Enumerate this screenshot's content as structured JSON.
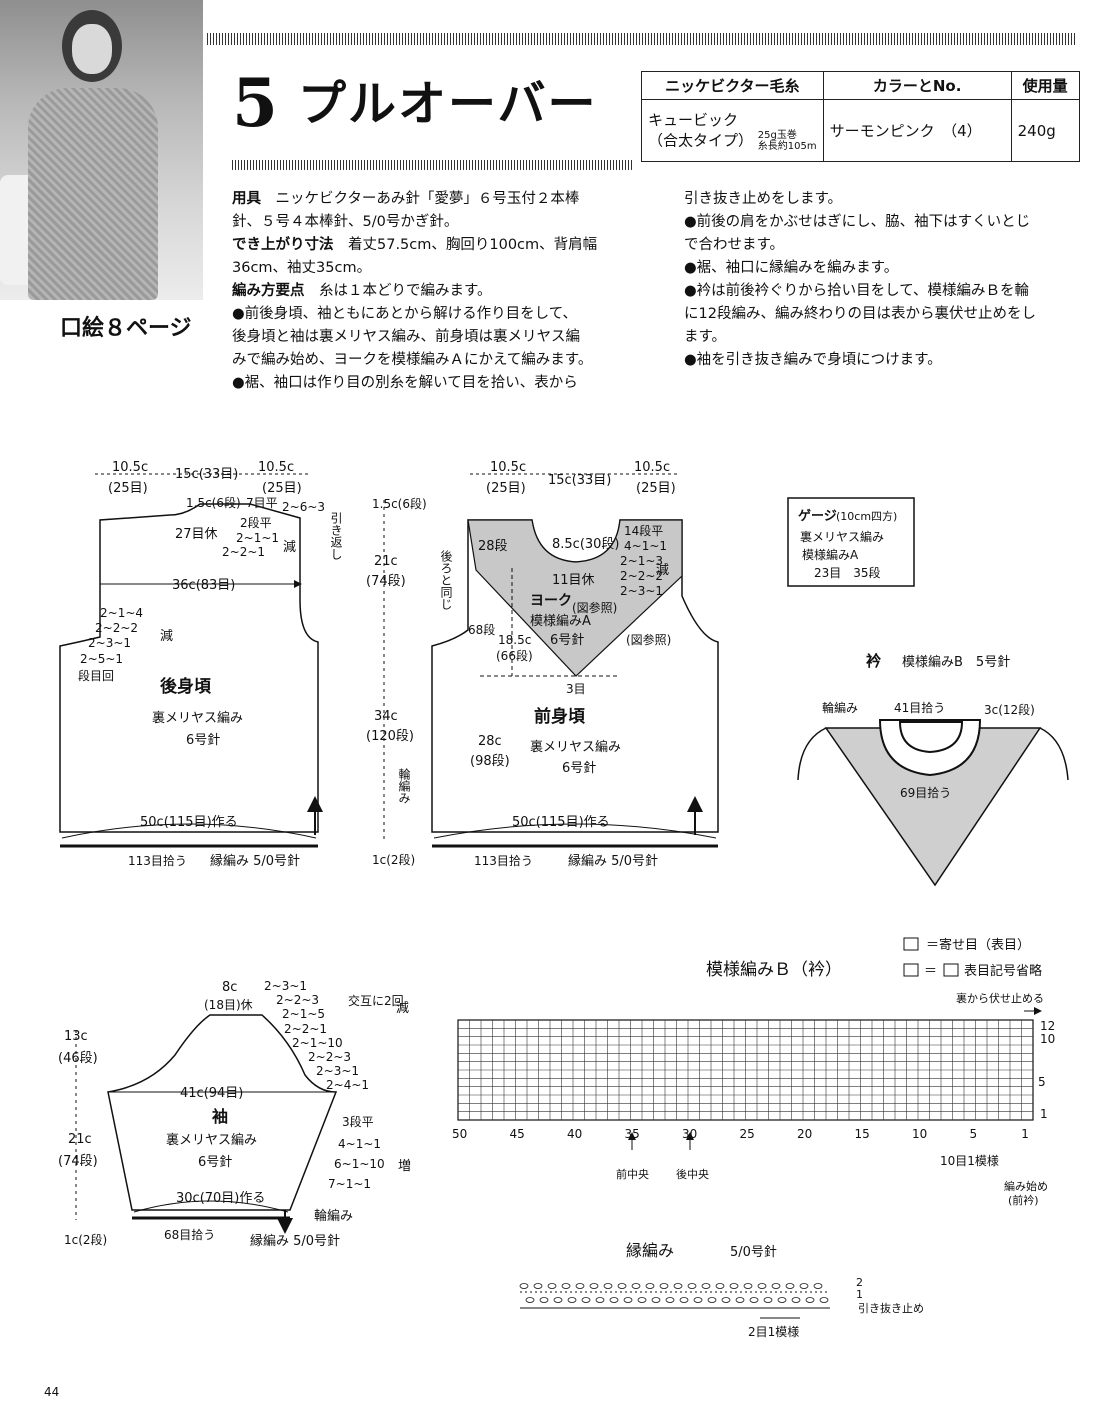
{
  "header": {
    "number": "5",
    "title": "プルオーバー",
    "kuchie": "口絵８ページ"
  },
  "yarn_table": {
    "headers": [
      "ニッケビクター毛糸",
      "カラーとNo.",
      "使用量"
    ],
    "name": "キュービック",
    "type": "（合太タイプ）",
    "spec1": "25g玉巻",
    "spec2": "糸長約105m",
    "color": "サーモンピンク　（4）",
    "amount": "240g"
  },
  "materials": {
    "tools_label": "用具",
    "tools_text1": "ニッケビクターあみ針「愛夢」６号玉付２本棒",
    "tools_text2": "針、５号４本棒針、5/0号かぎ針。",
    "size_label": "でき上がり寸法",
    "size_text1": "着丈57.5cm、胸回り100cm、背肩幅",
    "size_text2": "36cm、袖丈35cm。",
    "points_label": "編み方要点",
    "points_text": "糸は１本どりで編みます。",
    "p1": "●前後身頃、袖ともにあとから解ける作り目をして、",
    "p2": "後身頃と袖は裏メリヤス編み、前身頃は裏メリヤス編",
    "p3": "みで編み始め、ヨークを模様編みＡにかえて編みます。",
    "p4": "●裾、袖口は作り目の別糸を解いて目を拾い、表から",
    "r1": "引き抜き止めをします。",
    "r2": "●前後の肩をかぶせはぎにし、脇、袖下はすくいとじ",
    "r3": "で合わせます。",
    "r4": "●裾、袖口に縁編みを編みます。",
    "r5": "●衿は前後衿ぐりから拾い目をして、模様編みＢを輪",
    "r6": "に12段編み、編み終わりの目は表から裏伏せ止めをし",
    "r7": "ます。",
    "r8": "●袖を引き抜き編みで身頃につけます。"
  },
  "back": {
    "w_side_l": "10.5c",
    "w_side_l2": "(25目)",
    "w_mid": "15c(33目)",
    "w_side_r": "10.5c",
    "w_side_r2": "(25目)",
    "neck_top": "1.5c(6段)",
    "neck_flat": "7目平",
    "shoulder": "2~6~3",
    "hikikaeshi": "引き返し",
    "rest": "27目休",
    "neck_dec": "2段平",
    "neck_dec2": "2~1~1",
    "neck_dec3": "2~2~1",
    "dec_label": "減",
    "width36": "36c(83目)",
    "arm1": "2~1~4",
    "arm2": "2~2~2",
    "arm3": "2~3~1",
    "arm4": "2~5~1",
    "arm_dec": "減",
    "dankai": "段目回",
    "name": "後身頃",
    "stitch": "裏メリヤス編み",
    "needle": "6号針",
    "cast": "50c(115目)作る",
    "pick": "113目拾う",
    "edge": "縁編み 5/0号針"
  },
  "middle": {
    "top": "1.5c(6段)",
    "a1": "21c",
    "a2": "(74段)",
    "b1": "34c",
    "b2": "(120段)",
    "ring": "輪編み",
    "bottom": "1c(2段)"
  },
  "front": {
    "w_side_l": "10.5c",
    "w_side_l2": "(25目)",
    "w_mid": "15c(33目)",
    "w_side_r": "10.5c",
    "w_side_r2": "(25目)",
    "same": "後ろと同じ",
    "rows28": "28段",
    "neck": "8.5c(30段)",
    "r14": "14段平",
    "r41": "4~1~1",
    "r213": "2~1~3",
    "r222": "2~2~2",
    "r231": "2~3~1",
    "dec": "減",
    "rest": "11目休",
    "yoke": "ヨーク",
    "ref1": "(図参照)",
    "pattern": "模様編みA",
    "needle6": "6号針",
    "rows68": "68段",
    "h185": "18.5c",
    "h66": "(66段)",
    "ref2": "(図参照)",
    "three": "3目",
    "h28": "28c",
    "h98": "(98段)",
    "name": "前身頃",
    "stitch": "裏メリヤス編み",
    "needle": "6号針",
    "cast": "50c(115目)作る",
    "pick": "113目拾う",
    "edge": "縁編み 5/0号針"
  },
  "gauge": {
    "title": "ゲージ",
    "unit": "(10cm四方)",
    "l1": "裏メリヤス編み",
    "l2": "模様編みA",
    "l3": "23目　35段"
  },
  "collar": {
    "title": "衿",
    "pattern": "模様編みB　5号針",
    "ring": "輪編み",
    "w41": "41目拾う",
    "h3": "3c(12段)",
    "pick69": "69目拾う"
  },
  "sleeve": {
    "top1": "8c",
    "top2": "(18目)休",
    "s1": "2~3~1",
    "s2": "2~2~3",
    "s3": "2~1~5",
    "s4": "2~2~1",
    "s5": "2~1~10",
    "s6": "2~2~3",
    "s7": "2~3~1",
    "s8": "2~4~1",
    "alt": "交互に2回",
    "dec": "減",
    "h13": "13c",
    "h46": "(46段)",
    "w41": "41c(94目)",
    "name": "袖",
    "stitch": "裏メリヤス編み",
    "needle": "6号針",
    "h21": "21c",
    "h74": "(74段)",
    "i1": "3段平",
    "i2": "4~1~1",
    "i3": "6~1~10",
    "i4": "7~1~1",
    "inc": "増",
    "cast": "30c(70目)作る",
    "ring": "輪編み",
    "bottom": "1c(2段)",
    "pick": "68目拾う",
    "edge": "縁編み 5/0号針"
  },
  "chartB": {
    "title": "模様編みＢ（衿）",
    "leg1": "＝寄せ目（表目）",
    "leg2": "＝",
    "leg3": "表目記号省略",
    "bind": "裏から伏せ止める",
    "r12": "12",
    "r10": "10",
    "r5": "5",
    "r1": "1",
    "x": [
      "50",
      "45",
      "40",
      "35",
      "30",
      "25",
      "20",
      "15",
      "10",
      "5",
      "1"
    ],
    "front": "前中央",
    "back": "後中央",
    "repeat": "10目1模様",
    "start1": "編み始め",
    "start2": "(前衿)"
  },
  "edging": {
    "title": "縁編み",
    "needle": "5/0号針",
    "r2": "2",
    "r1": "1",
    "stop": "引き抜き止め",
    "repeat": "2目1模様"
  },
  "page_number": "44"
}
